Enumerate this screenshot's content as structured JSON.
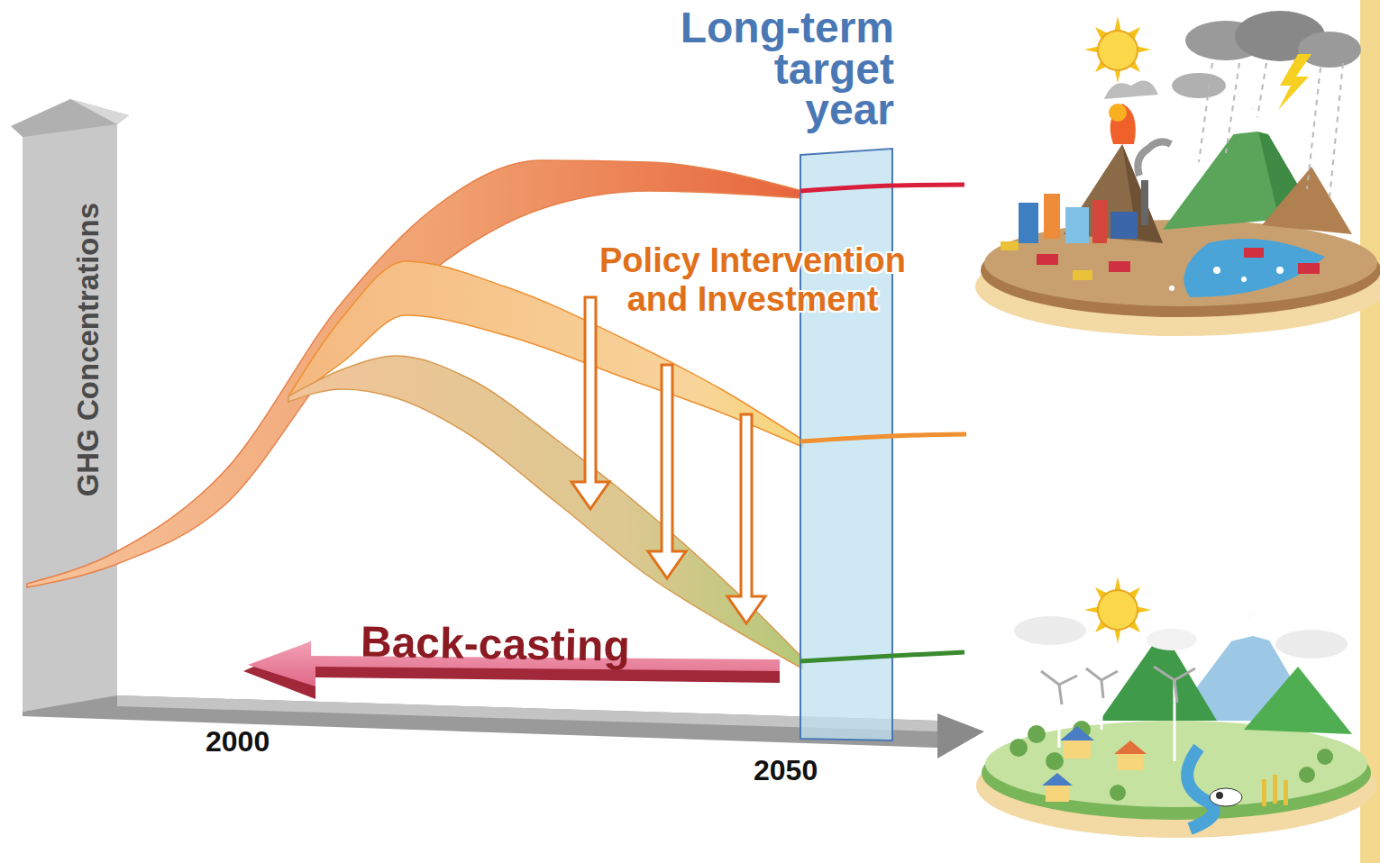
{
  "diagram": {
    "labels": [
      "Long-term target year",
      "GHG Concentrations",
      "Policy Intervention and Investment",
      "Back-casting",
      "2000",
      "2050"
    ]
  }
}
